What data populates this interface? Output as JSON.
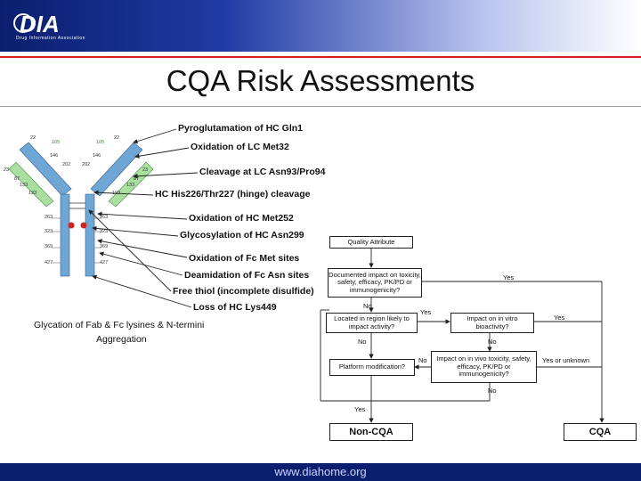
{
  "header": {
    "logo": "DIA",
    "org": "Drug Information Association"
  },
  "title": "CQA Risk Assessments",
  "antibody_annotations": [
    "Pyroglutamation of HC Gln1",
    "Oxidation of LC Met32",
    "Cleavage at LC Asn93/Pro94",
    "HC His226/Thr227 (hinge) cleavage",
    "Oxidation of HC Met252",
    "Glycosylation of HC Asn299",
    "Oxidation of Fc Met sites",
    "Deamidation of Fc Asn sites",
    "Free thiol (incomplete disulfide)",
    "Loss of HC Lys449"
  ],
  "bottom_annotations": [
    "Glycation of Fab & Fc lysines & N-termini",
    "Aggregation"
  ],
  "flowchart": {
    "quality_attribute": "Quality Attribute",
    "q_documented": "Documented impact on toxicity, safety, efficacy, PK/PD or immunogenicity?",
    "q_region": "Located in region likely to impact activity?",
    "q_invitro": "Impact on in vitro bioactivity?",
    "q_platform": "Platform modification?",
    "q_invivo": "Impact on in vivo toxicity, safety, efficacy, PK/PD or immunogenicity?",
    "non_cqa": "Non-CQA",
    "cqa": "CQA",
    "yes": "Yes",
    "no": "No",
    "yes_or_unknown": "Yes or unknown"
  },
  "footer": {
    "url": "www.diahome.org"
  }
}
